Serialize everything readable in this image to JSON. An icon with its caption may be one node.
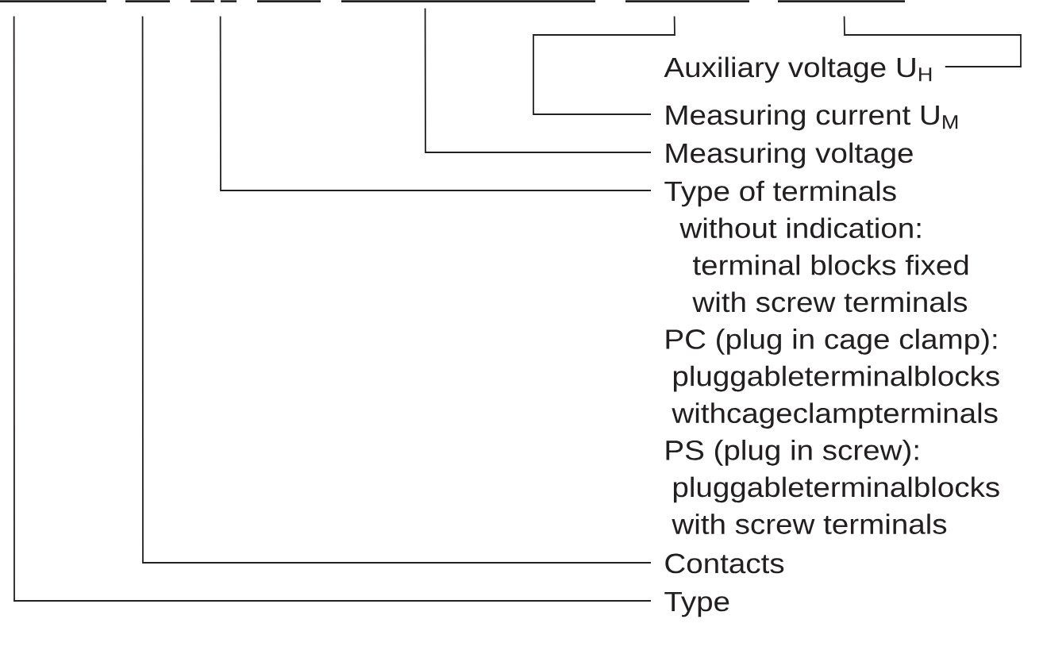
{
  "diagram": {
    "nodes": [
      {
        "text": [],
        "shape": "bar"
      },
      {
        "text": [],
        "shape": "bar"
      },
      {
        "text": [],
        "shape": "bar"
      },
      {
        "text": [],
        "shape": "bar"
      },
      {
        "text": [],
        "shape": "bar"
      },
      {
        "text": [],
        "shape": "bar"
      },
      {
        "text": [],
        "shape": "bar"
      },
      {
        "text": [],
        "shape": "bar"
      },
      {
        "text": [
          "Auxiliary voltage U$_{H}$"
        ]
      },
      {
        "text": [
          "Measuring current U$_{M}$"
        ]
      },
      {
        "text": [
          "Measuring voltage"
        ]
      },
      {
        "text": [
          "Type of terminals",
          "without indication:",
          "terminal blocks fixed with screw terminals",
          "PC (plug in cage clamp):",
          "pluggableterminalblocks withcageclampterminals",
          "PS (plug in screw):",
          "pluggableterminalblocks with screw terminals"
        ]
      },
      {
        "text": [
          "Contacts"
        ]
      },
      {
        "text": [
          "Type"
        ]
      }
    ],
    "edges": [
      {
        "from": 8,
        "to": 7,
        "arrow": "none"
      },
      {
        "from": 9,
        "to": 6,
        "arrow": "none"
      },
      {
        "from": 10,
        "to": 5,
        "arrow": "none"
      },
      {
        "from": 11,
        "to": 3,
        "arrow": "none"
      },
      {
        "from": 12,
        "to": 1,
        "arrow": "none"
      },
      {
        "from": 13,
        "to": 0,
        "arrow": "none"
      }
    ]
  }
}
